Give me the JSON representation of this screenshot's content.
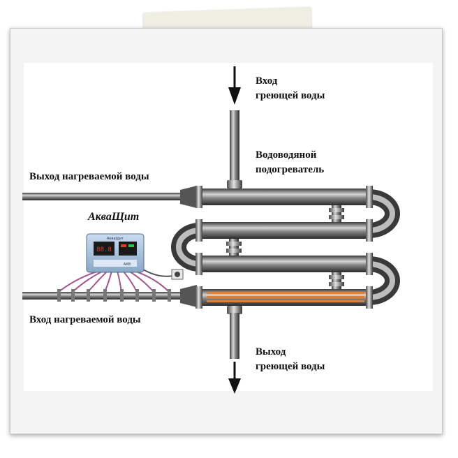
{
  "labels": {
    "inlet_heating_line1": "Вход",
    "inlet_heating_line2": "греющей воды",
    "heater_line1": "Водоводяной",
    "heater_line2": "подогреватель",
    "outlet_heated": "Выход нагреваемой воды",
    "inlet_heated": "Вход нагреваемой воды",
    "outlet_heating_line1": "Выход",
    "outlet_heating_line2": "греющей воды",
    "brand": "АкваЩит"
  },
  "device": {
    "panel_title": "АкваЩит",
    "brand_label": "АКВ"
  },
  "colors": {
    "pipe_dark": "#3a3a3a",
    "pipe_light": "#d6d6d6",
    "tube_copper": "#d9803a",
    "wire": "#a3568f",
    "device_blue": "#9ab8d8",
    "display_bg": "#1a1a1a",
    "display_led": "#e03a2a"
  }
}
